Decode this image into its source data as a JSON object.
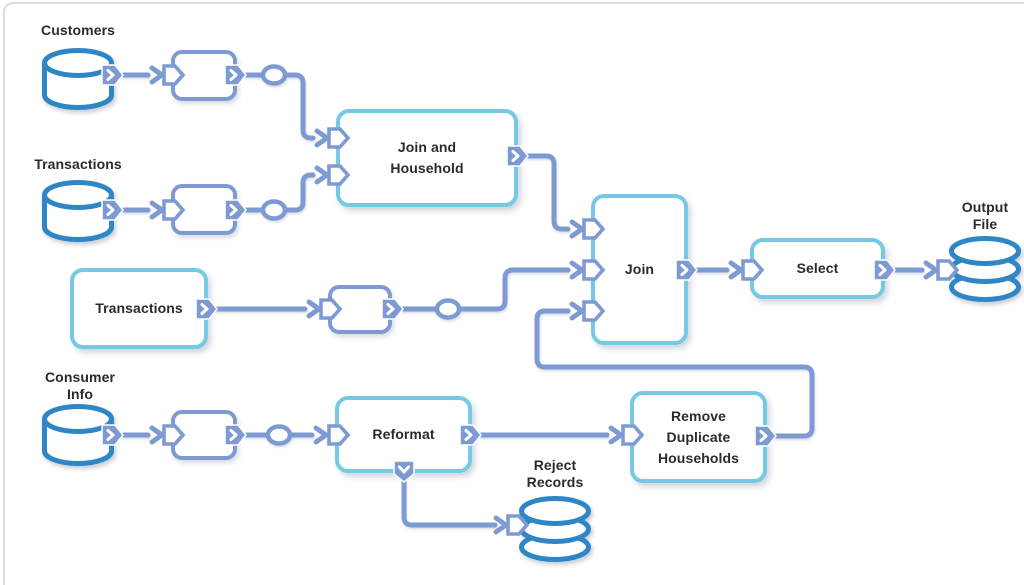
{
  "colors": {
    "database_icon": "#2f86c6",
    "connector": "#7e9ad3",
    "process_border": "#75c9e2",
    "label_text": "#2b2b2b",
    "frame_border": "#dcdcdc"
  },
  "nodes": {
    "customers_db": {
      "type": "database",
      "label": "Customers"
    },
    "transactions_db": {
      "type": "database",
      "label": "Transactions"
    },
    "transactions_file": {
      "type": "stage",
      "label": "Transactions"
    },
    "consumer_info_db": {
      "type": "database",
      "label": [
        "Consumer",
        "Info"
      ]
    },
    "join_household": {
      "type": "stage",
      "label": [
        "Join and",
        "Household"
      ]
    },
    "join": {
      "type": "stage",
      "label": "Join"
    },
    "select": {
      "type": "stage",
      "label": "Select"
    },
    "reformat": {
      "type": "stage",
      "label": "Reformat"
    },
    "remove_duplicates": {
      "type": "stage",
      "label": [
        "Remove",
        "Duplicate",
        "Households"
      ]
    },
    "output_file": {
      "type": "file-set",
      "label": [
        "Output",
        "File"
      ]
    },
    "reject_records": {
      "type": "file-set",
      "label": [
        "Reject",
        "Records"
      ]
    },
    "operator_1": {
      "type": "operator",
      "label": ""
    },
    "operator_2": {
      "type": "operator",
      "label": ""
    },
    "operator_3": {
      "type": "operator",
      "label": ""
    },
    "operator_4": {
      "type": "operator",
      "label": ""
    }
  },
  "edges": [
    {
      "from": "customers_db",
      "to": "operator_1"
    },
    {
      "from": "operator_1",
      "to": "join_household",
      "to_port": 1
    },
    {
      "from": "transactions_db",
      "to": "operator_2"
    },
    {
      "from": "operator_2",
      "to": "join_household",
      "to_port": 2
    },
    {
      "from": "join_household",
      "to": "join",
      "to_port": 1
    },
    {
      "from": "transactions_file",
      "to": "operator_3"
    },
    {
      "from": "operator_3",
      "to": "join",
      "to_port": 2
    },
    {
      "from": "remove_duplicates",
      "to": "join",
      "to_port": 3
    },
    {
      "from": "join",
      "to": "select"
    },
    {
      "from": "select",
      "to": "output_file"
    },
    {
      "from": "consumer_info_db",
      "to": "operator_4"
    },
    {
      "from": "operator_4",
      "to": "reformat"
    },
    {
      "from": "reformat",
      "to": "remove_duplicates",
      "from_port": "right"
    },
    {
      "from": "reformat",
      "to": "reject_records",
      "from_port": "bottom"
    }
  ]
}
